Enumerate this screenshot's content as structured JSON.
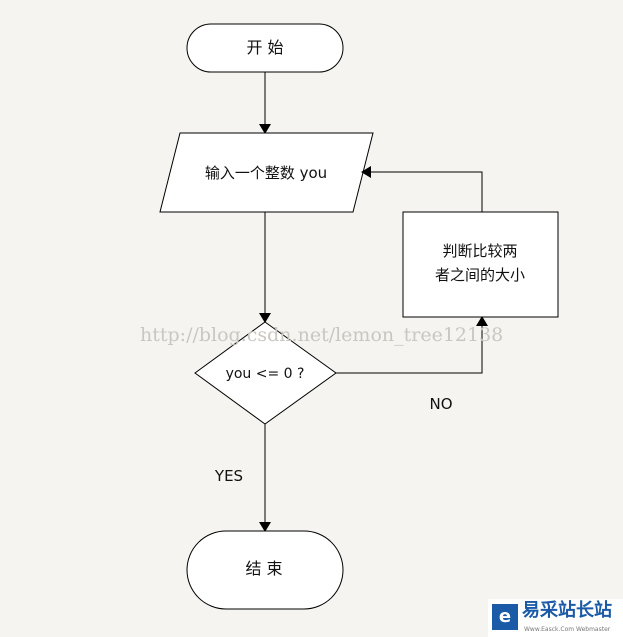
{
  "nodes": {
    "start": "开 始",
    "input": "输入一个整数 you",
    "compare_line1": "判断比较两",
    "compare_line2": "者之间的大小",
    "decision": "you <= 0 ?",
    "end": "结 束"
  },
  "edges": {
    "no_label": "NO",
    "yes_label": "YES"
  },
  "watermark": "http://blog.csdn.net/lemon_tree12138",
  "logo": {
    "name": "易采站长站",
    "subtitle": "Www.Easck.Com Webmaster"
  }
}
